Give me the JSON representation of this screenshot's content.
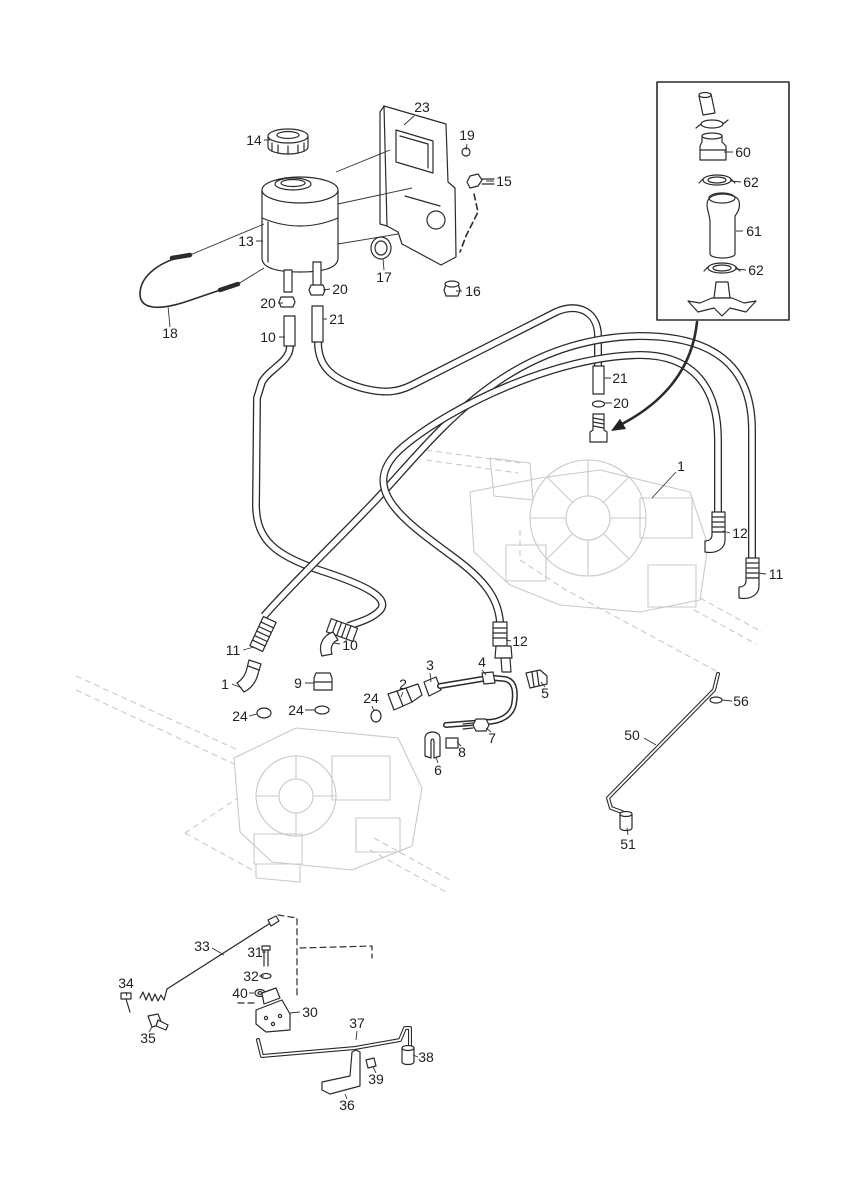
{
  "diagram": {
    "callouts": [
      "23",
      "19",
      "14",
      "15",
      "13",
      "17",
      "16",
      "20",
      "20",
      "21",
      "18",
      "10",
      "60",
      "62",
      "61",
      "62",
      "21",
      "20",
      "1",
      "12",
      "11",
      "11",
      "10",
      "12",
      "3",
      "4",
      "9",
      "1",
      "2",
      "5",
      "24",
      "56",
      "24",
      "24",
      "7",
      "50",
      "8",
      "6",
      "51",
      "33",
      "31",
      "32",
      "34",
      "40",
      "30",
      "37",
      "35",
      "38",
      "39",
      "36"
    ]
  },
  "colors": {
    "line": "#2b2b2b",
    "ghost": "#c9c9c9",
    "background": "#ffffff"
  }
}
